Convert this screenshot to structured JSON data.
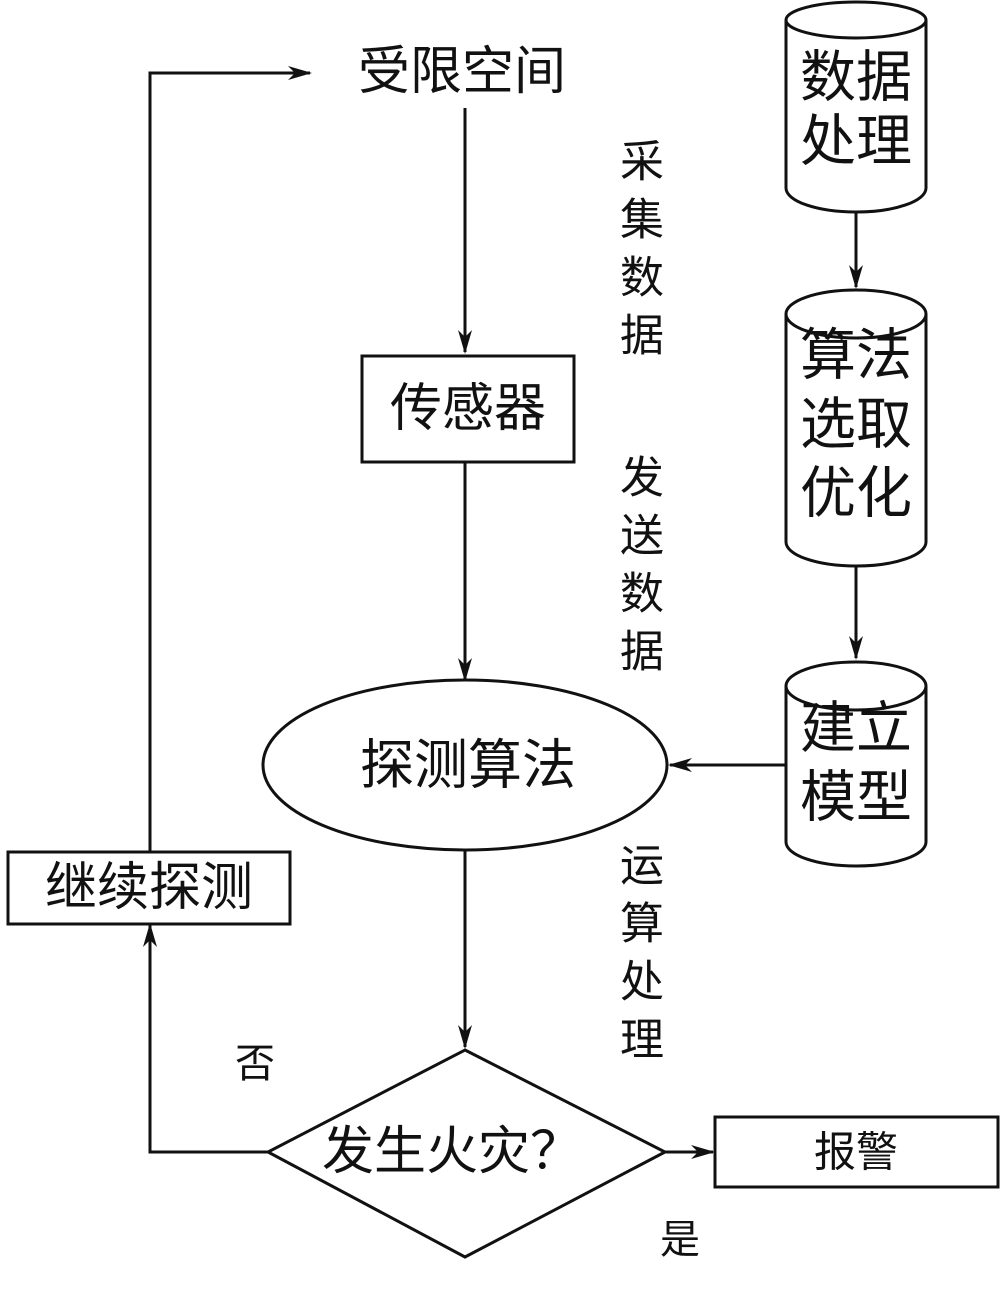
{
  "nodes": {
    "confined_space": "受限空间",
    "sensor": "传感器",
    "detection_algorithm": "探测算法",
    "fire_question": "发生火灾？",
    "alarm": "报警",
    "continue_detection": "继续探测",
    "data_processing": [
      "数据",
      "处理"
    ],
    "algorithm_selection": [
      "算法",
      "选取",
      "优化"
    ],
    "build_model": [
      "建立",
      "模型"
    ]
  },
  "edge_labels": {
    "collect_data": [
      "采",
      "集",
      "数",
      "据"
    ],
    "send_data": [
      "发",
      "送",
      "数",
      "据"
    ],
    "compute": [
      "运",
      "算",
      "处",
      "理"
    ],
    "no": "否",
    "yes": "是"
  }
}
